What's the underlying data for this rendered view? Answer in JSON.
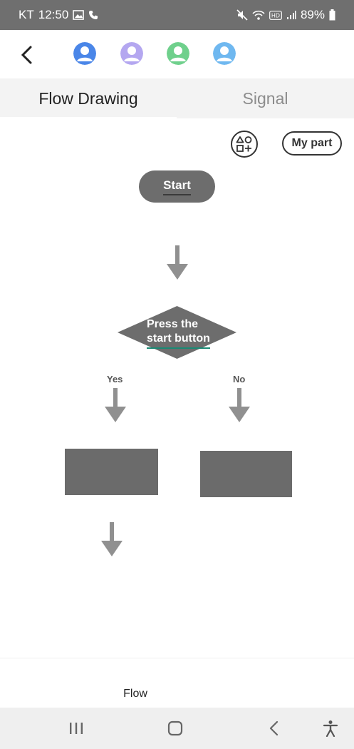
{
  "status_bar": {
    "carrier": "KT",
    "time": "12:50",
    "battery": "89%",
    "icons": [
      "gallery-icon",
      "phone-icon",
      "mute-icon",
      "wifi-icon",
      "hd-icon",
      "signal-icon",
      "battery-icon"
    ]
  },
  "header": {
    "back_icon": "chevron-left-icon",
    "avatar_colors": [
      "#4a86e8",
      "#b4a7f0",
      "#6fd08c",
      "#6fb8f0"
    ]
  },
  "tabs": [
    {
      "label": "Flow Drawing",
      "active": true
    },
    {
      "label": "Signal",
      "active": false
    }
  ],
  "toolbar": {
    "shapes_icon": "shapes-icon",
    "my_part_label": "My part"
  },
  "flowchart": {
    "start_label": "Start",
    "decision_line1": "Press the",
    "decision_line2": "start button",
    "yes_label": "Yes",
    "no_label": "No"
  },
  "bottom": {
    "label": "Flow"
  },
  "navbar": {
    "icons": [
      "recent-apps-icon",
      "home-icon",
      "back-icon",
      "accessibility-icon"
    ]
  }
}
